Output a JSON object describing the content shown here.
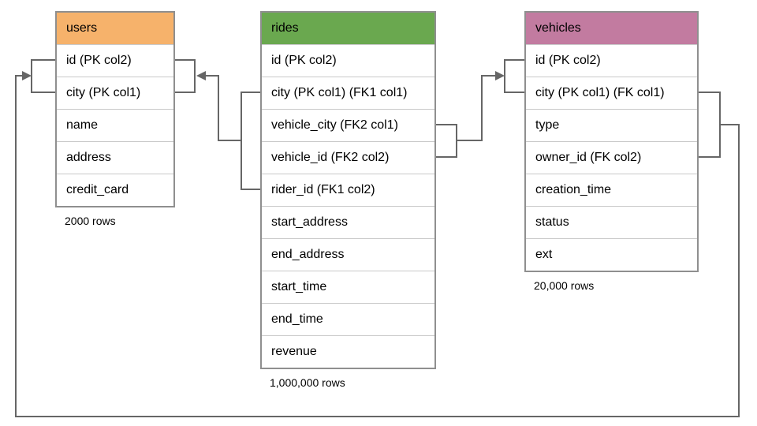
{
  "diagram": {
    "line_color": "#666666",
    "background": "#ffffff"
  },
  "tables": [
    {
      "name": "users",
      "header_color": "#f6b26b",
      "columns": [
        "id (PK col2)",
        "city (PK col1)",
        "name",
        "address",
        "credit_card"
      ],
      "rows_label": "2000 rows"
    },
    {
      "name": "rides",
      "header_color": "#6aa84f",
      "columns": [
        "id (PK col2)",
        "city (PK col1) (FK1 col1)",
        "vehicle_city (FK2 col1)",
        "vehicle_id (FK2 col2)",
        "rider_id (FK1 col2)",
        "start_address",
        "end_address",
        "start_time",
        "end_time",
        "revenue"
      ],
      "rows_label": "1,000,000 rows"
    },
    {
      "name": "vehicles",
      "header_color": "#c27ba0",
      "columns": [
        "id (PK col2)",
        "city (PK col1) (FK col1)",
        "type",
        "owner_id (FK col2)",
        "creation_time",
        "status",
        "ext"
      ],
      "rows_label": "20,000 rows"
    }
  ],
  "relationships": [
    {
      "from": "rides (city, rider_id) FK1",
      "to": "users (id, city)"
    },
    {
      "from": "rides (vehicle_city, vehicle_id) FK2",
      "to": "vehicles (id, city)"
    },
    {
      "from": "vehicles (city, owner_id) FK",
      "to": "users (id, city)"
    }
  ]
}
